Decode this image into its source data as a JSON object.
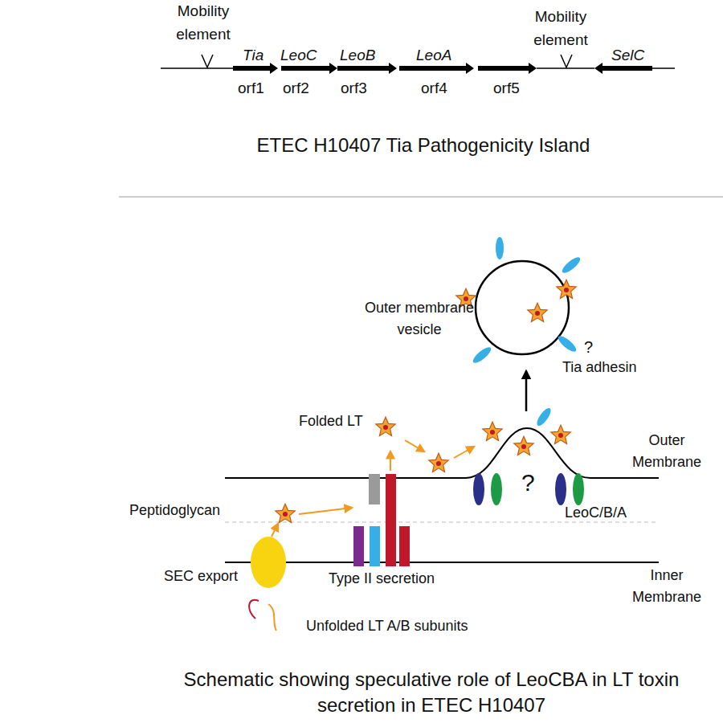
{
  "diagram": {
    "title": "ETEC H10407 Tia Pathogenicity Island",
    "caption": "Schematic showing speculative role of LeoCBA in LT toxin secretion in ETEC H10407",
    "labels": [
      "Mobility element",
      "Tia",
      "LeoC",
      "LeoB",
      "LeoA",
      "orf1",
      "orf2",
      "orf3",
      "orf4",
      "orf5",
      "Mobility element",
      "SelC",
      "Outer membrane vesicle",
      "?",
      "Tia adhesin",
      "Folded LT",
      "Outer Membrane",
      "Peptidoglycan",
      "?",
      "LeoC/B/A",
      "SEC export",
      "Type II secretion",
      "Inner Membrane",
      "Unfolded LT A/B subunits"
    ]
  }
}
